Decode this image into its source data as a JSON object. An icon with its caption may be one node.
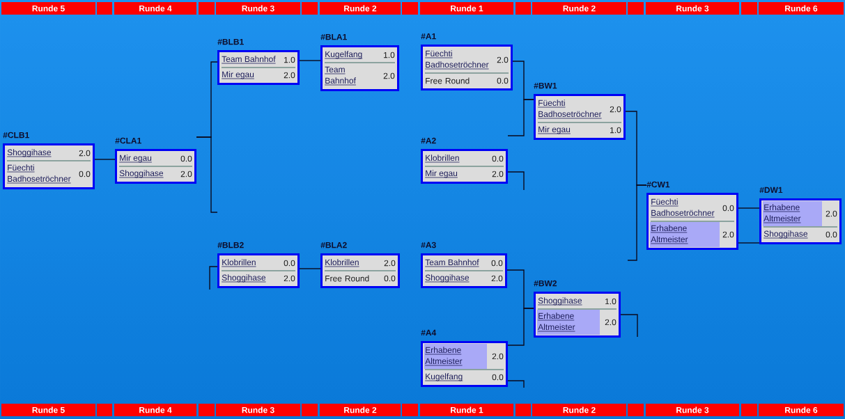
{
  "diagram": {
    "nodes": [
      {
        "text": [
          "#CLB1",
          "Shoggihase",
          "2.0",
          "Füechti Badhosetröchner",
          "0.0"
        ]
      },
      {
        "text": [
          "#CLA1",
          "Mir egau",
          "0.0",
          "Shoggihase",
          "2.0"
        ]
      },
      {
        "text": [
          "#BLB1",
          "Team Bahnhof",
          "1.0",
          "Mir egau",
          "2.0"
        ]
      },
      {
        "text": [
          "#BLB2",
          "Klobrillen",
          "0.0",
          "Shoggihase",
          "2.0"
        ]
      },
      {
        "text": [
          "#BLA1",
          "Kugelfang",
          "1.0",
          "Team Bahnhof",
          "2.0"
        ]
      },
      {
        "text": [
          "#BLA2",
          "Klobrillen",
          "2.0",
          "Free Round",
          "0.0"
        ]
      },
      {
        "text": [
          "#A1",
          "Füechti Badhosetröchner",
          "2.0",
          "Free Round",
          "0.0"
        ]
      },
      {
        "text": [
          "#A2",
          "Klobrillen",
          "0.0",
          "Mir egau",
          "2.0"
        ]
      },
      {
        "text": [
          "#A3",
          "Team Bahnhof",
          "0.0",
          "Shoggihase",
          "2.0"
        ]
      },
      {
        "text": [
          "#A4",
          "Erhabene Altmeister",
          "2.0",
          "Kugelfang",
          "0.0"
        ]
      },
      {
        "text": [
          "#BW1",
          "Füechti Badhosetröchner",
          "2.0",
          "Mir egau",
          "1.0"
        ]
      },
      {
        "text": [
          "#BW2",
          "Shoggihase",
          "1.0",
          "Erhabene Altmeister",
          "2.0"
        ]
      },
      {
        "text": [
          "#CW1",
          "Füechti Badhosetröchner",
          "0.0",
          "Erhabene Altmeister",
          "2.0"
        ]
      },
      {
        "text": [
          "#DW1",
          "Erhabene Altmeister",
          "2.0",
          "Shoggihase",
          "0.0"
        ]
      }
    ],
    "edges": [
      {
        "from": 1,
        "to": 0,
        "arrow": "none"
      },
      {
        "from": 2,
        "to": 1,
        "arrow": "none"
      },
      {
        "from": null,
        "to": 1,
        "arrow": "none"
      },
      {
        "from": 3,
        "to": null,
        "arrow": "none"
      },
      {
        "from": 4,
        "to": 2,
        "arrow": "none"
      },
      {
        "from": 5,
        "to": 3,
        "arrow": "none"
      },
      {
        "from": 6,
        "to": 10,
        "arrow": "none"
      },
      {
        "from": 7,
        "to": 10,
        "arrow": "none"
      },
      {
        "from": 7,
        "to": null,
        "arrow": "none"
      },
      {
        "from": 8,
        "to": 11,
        "arrow": "none"
      },
      {
        "from": 9,
        "to": 11,
        "arrow": "none"
      },
      {
        "from": 9,
        "to": null,
        "arrow": "none"
      },
      {
        "from": 10,
        "to": 12,
        "arrow": "none"
      },
      {
        "from": null,
        "to": 12,
        "arrow": "none"
      },
      {
        "from": 11,
        "to": null,
        "arrow": "none"
      },
      {
        "from": 12,
        "to": 13,
        "arrow": "none"
      },
      {
        "from": 12,
        "to": 13,
        "arrow": "none"
      }
    ],
    "labels": [
      "Runde 5",
      "Runde 4",
      "Runde 3",
      "Runde 2",
      "Runde 1",
      "Runde 2",
      "Runde 3",
      "Runde 6",
      "Runde 5",
      "Runde 4",
      "Runde 3",
      "Runde 2",
      "Runde 1",
      "Runde 2",
      "Runde 3",
      "Runde 6"
    ]
  }
}
